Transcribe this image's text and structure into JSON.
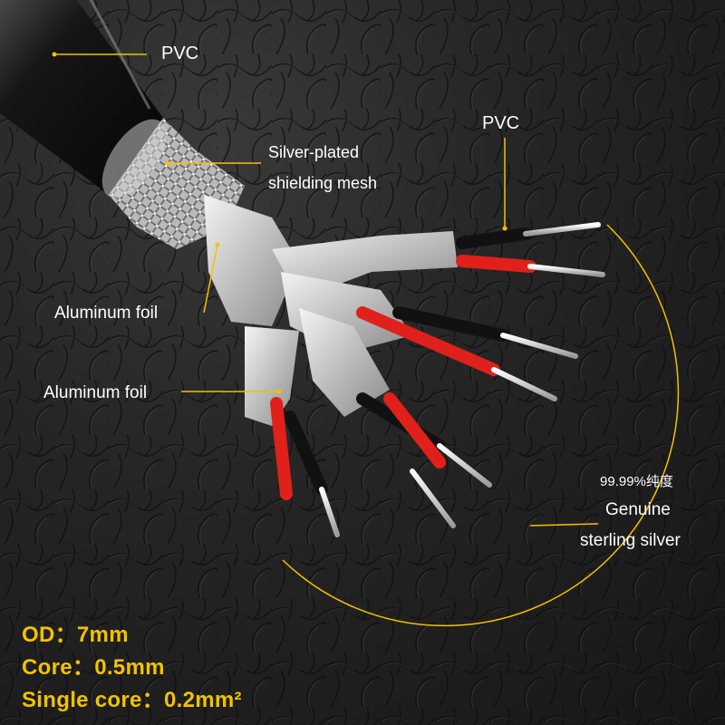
{
  "colors": {
    "accent": "#f2c200",
    "label": "#ffffff",
    "background": "#1f1f1f"
  },
  "callouts": {
    "outer_jacket": "PVC",
    "inner_insulation": "PVC",
    "shield_line1": "Silver-plated",
    "shield_line2": "shielding mesh",
    "foil_upper": "Aluminum foil",
    "foil_lower": "Aluminum foil",
    "purity": "99.99%纯度",
    "conductor_line1": "Genuine",
    "conductor_line2": "sterling silver"
  },
  "specs": [
    {
      "label": "OD：",
      "value": "7mm"
    },
    {
      "label": "Core：",
      "value": "0.5mm"
    },
    {
      "label": "Single core：",
      "value": "0.2mm²"
    }
  ]
}
